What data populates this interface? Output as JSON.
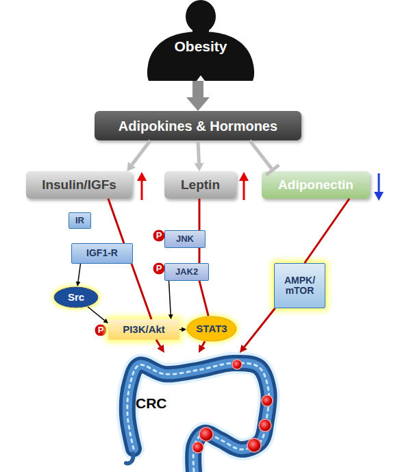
{
  "diagram": {
    "nodes": [
      {
        "text": [
          "Obesity"
        ]
      },
      {
        "text": [
          "Adipokines & Hormones"
        ]
      },
      {
        "text": [
          "Insulin/IGFs"
        ]
      },
      {
        "text": [
          "Leptin"
        ]
      },
      {
        "text": [
          "Adiponectin"
        ]
      },
      {
        "text": [
          "IR"
        ]
      },
      {
        "text": [
          "P"
        ]
      },
      {
        "text": [
          "JNK"
        ]
      },
      {
        "text": [
          "IGF1-R"
        ]
      },
      {
        "text": [
          "P"
        ]
      },
      {
        "text": [
          "JAK2"
        ]
      },
      {
        "text": [
          "AMPK/ mTOR"
        ]
      },
      {
        "text": [
          "Src"
        ]
      },
      {
        "text": [
          "P"
        ]
      },
      {
        "text": [
          "PI3K/Akt"
        ]
      },
      {
        "text": [
          "STAT3"
        ]
      },
      {
        "text": [
          "CRC"
        ]
      }
    ],
    "edges": [
      {
        "from": 0,
        "to": 1,
        "arrow": "to"
      },
      {
        "from": 1,
        "to": 2,
        "arrow": "to"
      },
      {
        "from": 1,
        "to": 3,
        "arrow": "to"
      },
      {
        "from": 1,
        "to": 4,
        "arrow": "to"
      },
      {
        "from": 2,
        "to": 8,
        "arrow": "none"
      },
      {
        "from": 8,
        "to": 14,
        "arrow": "none"
      },
      {
        "from": 14,
        "to": 16,
        "arrow": "to"
      },
      {
        "from": 3,
        "to": 7,
        "arrow": "none"
      },
      {
        "from": 7,
        "to": 10,
        "arrow": "none"
      },
      {
        "from": 10,
        "to": 15,
        "arrow": "none"
      },
      {
        "from": 15,
        "to": 16,
        "arrow": "to"
      },
      {
        "from": 4,
        "to": 11,
        "arrow": "none"
      },
      {
        "from": 11,
        "to": 16,
        "arrow": "to"
      },
      {
        "from": 8,
        "to": 12,
        "arrow": "to"
      },
      {
        "from": 12,
        "to": 14,
        "arrow": "to"
      },
      {
        "from": 10,
        "to": 14,
        "arrow": "to"
      },
      {
        "from": 14,
        "to": 15,
        "arrow": "to"
      }
    ]
  }
}
